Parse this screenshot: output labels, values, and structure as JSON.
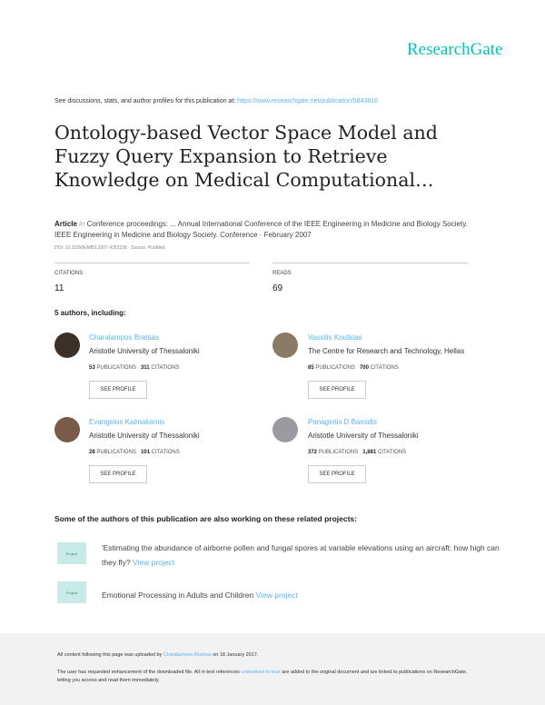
{
  "brand": "ResearchGate",
  "see_text": "See discussions, stats, and author profiles for this publication at: ",
  "see_url": "https://www.researchgate.net/publication/5843816",
  "title": "Ontology-based Vector Space Model and Fuzzy Query Expansion to Retrieve Knowledge on Medical Computational…",
  "meta": {
    "type": "Article",
    "in": "in",
    "venue": "Conference proceedings: ... Annual International Conference of the IEEE Engineering in Medicine and Biology Society. IEEE Engineering in Medicine and Biology Society. Conference · February 2007",
    "doi": "DOI: 10.1109/IEMBS.2007.4353158 · Source: PubMed"
  },
  "stats": {
    "citations_label": "CITATIONS",
    "citations": "11",
    "reads_label": "READS",
    "reads": "69"
  },
  "authors_heading": "5 authors, including:",
  "authors": [
    {
      "name": "Charalampos Bratsas",
      "affiliation": "Aristotle University of Thessaloniki",
      "publications": "53",
      "pub_label": "PUBLICATIONS",
      "citations": "311",
      "cit_label": "CITATIONS",
      "button": "SEE PROFILE"
    },
    {
      "name": "Vassilis Koutkias",
      "affiliation": "The Centre for Research and Technology, Hellas",
      "publications": "85",
      "pub_label": "PUBLICATIONS",
      "citations": "700",
      "cit_label": "CITATIONS",
      "button": "SEE PROFILE"
    },
    {
      "name": "Evangelos Kaimakamis",
      "affiliation": "Aristotle University of Thessaloniki",
      "publications": "28",
      "pub_label": "PUBLICATIONS",
      "citations": "101",
      "cit_label": "CITATIONS",
      "button": "SEE PROFILE"
    },
    {
      "name": "Panagiotis D Bamidis",
      "affiliation": "Aristotle University of Thessaloniki",
      "publications": "372",
      "pub_label": "PUBLICATIONS",
      "citations": "1,881",
      "cit_label": "CITATIONS",
      "button": "SEE PROFILE"
    }
  ],
  "projects_heading": "Some of the authors of this publication are also working on these related projects:",
  "projects": [
    {
      "icon_label": "Project",
      "text": "'Estimating the abundance of airborne pollen and fungal spores at variable elevations using an aircraft: how high can they fly? ",
      "link": "View project"
    },
    {
      "icon_label": "Project",
      "text": "Emotional Processing in Adults and Children ",
      "link": "View project"
    }
  ],
  "footer": {
    "upload_pre": "All content following this page was uploaded by ",
    "uploader": "Charalampos Bratsas",
    "upload_post": " on 18 January 2017.",
    "enh_pre": "The user has requested enhancement of the downloaded file. All in-text references ",
    "enh_link": "underlined in blue",
    "enh_post": " are added to the original document and are linked to publications on ResearchGate, letting you access and read them immediately."
  }
}
